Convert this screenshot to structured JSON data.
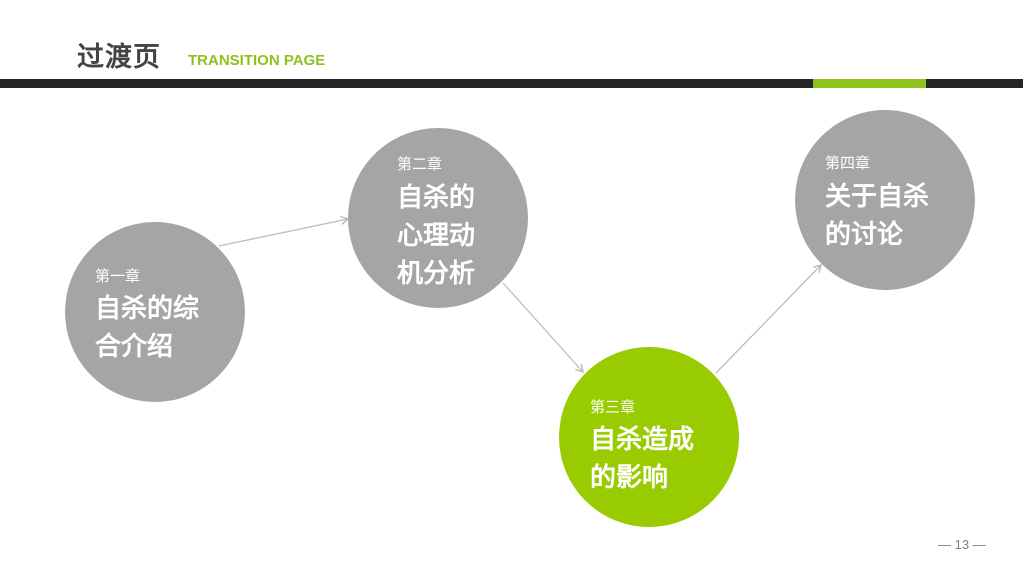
{
  "header": {
    "title": "过渡页",
    "subtitle": "TRANSITION PAGE"
  },
  "colors": {
    "accent": "#8dc21f",
    "circle_gray": "#a5a5a5",
    "circle_green": "#99cc00",
    "rule_dark": "#262626"
  },
  "chapters": [
    {
      "chapter": "第一章",
      "topic": "自杀的综\n合介绍"
    },
    {
      "chapter": "第二章",
      "topic": "自杀的\n心理动\n机分析"
    },
    {
      "chapter": "第三章",
      "topic": "自杀造成\n的影响"
    },
    {
      "chapter": "第四章",
      "topic": "关于自杀\n的讨论"
    }
  ],
  "footer": {
    "page": "— 13 —"
  }
}
